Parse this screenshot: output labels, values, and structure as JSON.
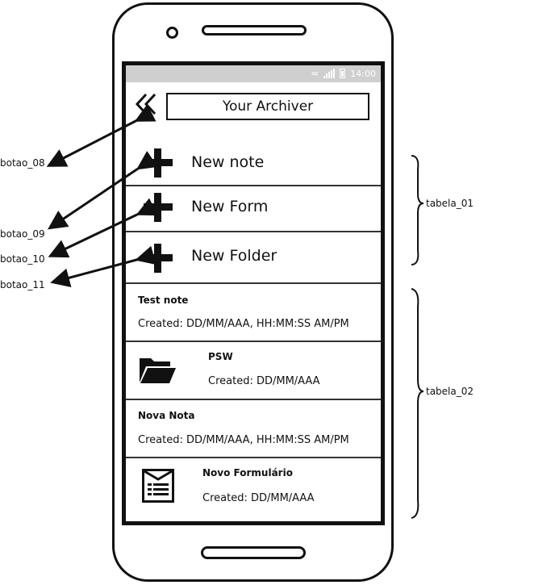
{
  "status_bar": {
    "time": "14:00"
  },
  "header": {
    "title": "Your Archiver",
    "back_icon": "double-chevron-left-icon"
  },
  "actions": [
    {
      "label": "New note",
      "icon": "plus-icon"
    },
    {
      "label": "New Form",
      "icon": "plus-icon"
    },
    {
      "label": "New Folder",
      "icon": "plus-icon"
    }
  ],
  "items": [
    {
      "title": "Test note",
      "subtitle": "Created: DD/MM/AAA, HH:MM:SS AM/PM",
      "icon": ""
    },
    {
      "title": "PSW",
      "subtitle": "Created: DD/MM/AAA",
      "icon": "folder-open-icon"
    },
    {
      "title": "Nova Nota",
      "subtitle": "Created: DD/MM/AAA, HH:MM:SS AM/PM",
      "icon": ""
    },
    {
      "title": "Novo Formulário",
      "subtitle": "Created: DD/MM/AAA",
      "icon": "form-icon"
    }
  ],
  "annotations": {
    "botao_08": "botao_08",
    "botao_09": "botao_09",
    "botao_10": "botao_10",
    "botao_11": "botao_11",
    "tabela_01": "tabela_01",
    "tabela_02": "tabela_02"
  }
}
